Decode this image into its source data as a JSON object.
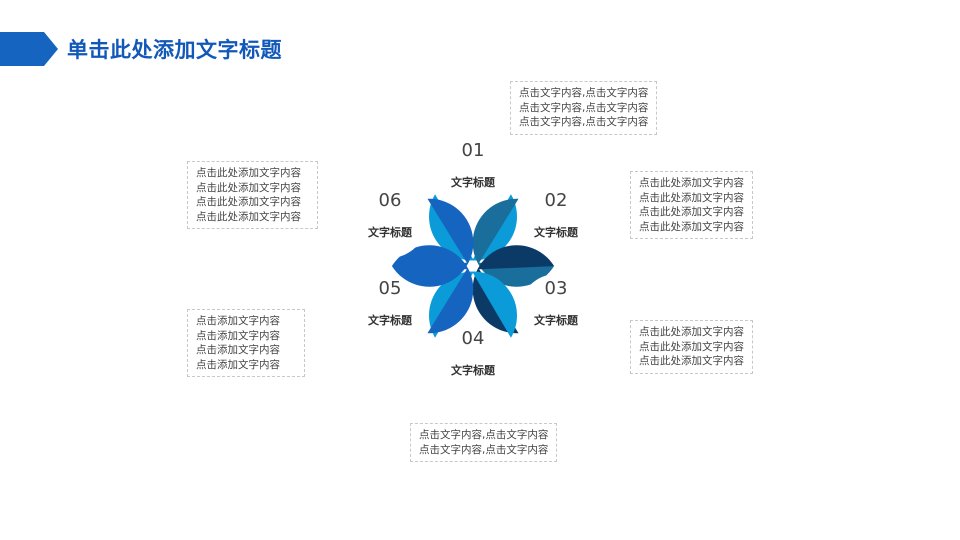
{
  "header": {
    "title": "单击此处添加文字标题",
    "accent": "#1565c0"
  },
  "petals": [
    {
      "number": "01",
      "label": "文字标题",
      "color": "#0b9bd8"
    },
    {
      "number": "02",
      "label": "文字标题",
      "color": "#1a6e9c"
    },
    {
      "number": "03",
      "label": "文字标题",
      "color": "#0b3a66"
    },
    {
      "number": "04",
      "label": "文字标题",
      "color": "#0b9bd8"
    },
    {
      "number": "05",
      "label": "文字标题",
      "color": "#1565c0"
    },
    {
      "number": "06",
      "label": "文字标题",
      "color": "#1565c0"
    }
  ],
  "boxes": [
    {
      "lines": [
        "点击文字内容,点击文字内容",
        "点击文字内容,点击文字内容",
        "点击文字内容,点击文字内容"
      ]
    },
    {
      "lines": [
        "点击此处添加文字内容",
        "点击此处添加文字内容",
        "点击此处添加文字内容",
        "点击此处添加文字内容"
      ]
    },
    {
      "lines": [
        "点击此处添加文字内容",
        "点击此处添加文字内容",
        "点击此处添加文字内容"
      ]
    },
    {
      "lines": [
        "点击文字内容,点击文字内容",
        "点击文字内容,点击文字内容"
      ]
    },
    {
      "lines": [
        "点击添加文字内容",
        "点击添加文字内容",
        "点击添加文字内容",
        "点击添加文字内容"
      ]
    },
    {
      "lines": [
        "点击此处添加文字内容",
        "点击此处添加文字内容",
        "点击此处添加文字内容",
        "点击此处添加文字内容"
      ]
    }
  ]
}
